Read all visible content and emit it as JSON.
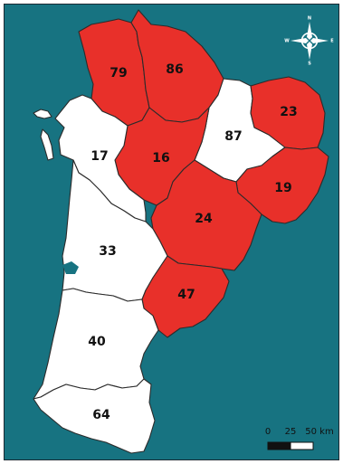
{
  "colors": {
    "sea": "#177381",
    "highlighted": "#e8302a",
    "other": "#ffffff",
    "border": "#2b2b2b"
  },
  "departments": [
    {
      "code": "79",
      "highlighted": true
    },
    {
      "code": "86",
      "highlighted": true
    },
    {
      "code": "23",
      "highlighted": true
    },
    {
      "code": "87",
      "highlighted": false
    },
    {
      "code": "17",
      "highlighted": false
    },
    {
      "code": "16",
      "highlighted": true
    },
    {
      "code": "19",
      "highlighted": true
    },
    {
      "code": "24",
      "highlighted": true
    },
    {
      "code": "33",
      "highlighted": false
    },
    {
      "code": "47",
      "highlighted": true
    },
    {
      "code": "40",
      "highlighted": false
    },
    {
      "code": "64",
      "highlighted": false
    }
  ],
  "scale_bar": {
    "labels": [
      "0",
      "25",
      "50 km"
    ]
  },
  "compass": {
    "north": "N",
    "south": "S",
    "east": "E",
    "west": "W",
    "icon": "compass-rose-icon"
  }
}
